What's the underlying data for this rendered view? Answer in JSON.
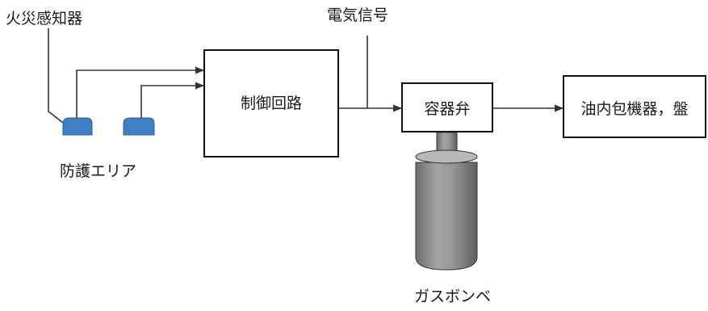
{
  "labels": {
    "fire_detector": "火災感知器",
    "protection_area": "防護エリア",
    "electric_signal": "電気信号",
    "control_circuit": "制御回路",
    "container_valve": "容器弁",
    "target_equipment": "油内包機器，盤",
    "gas_cylinder": "ガスボンベ"
  },
  "colors": {
    "sensor_fill": "#3f7fc6",
    "cylinder_fill": "#8c8c8c",
    "box_stroke": "#111111",
    "line": "#333333"
  }
}
